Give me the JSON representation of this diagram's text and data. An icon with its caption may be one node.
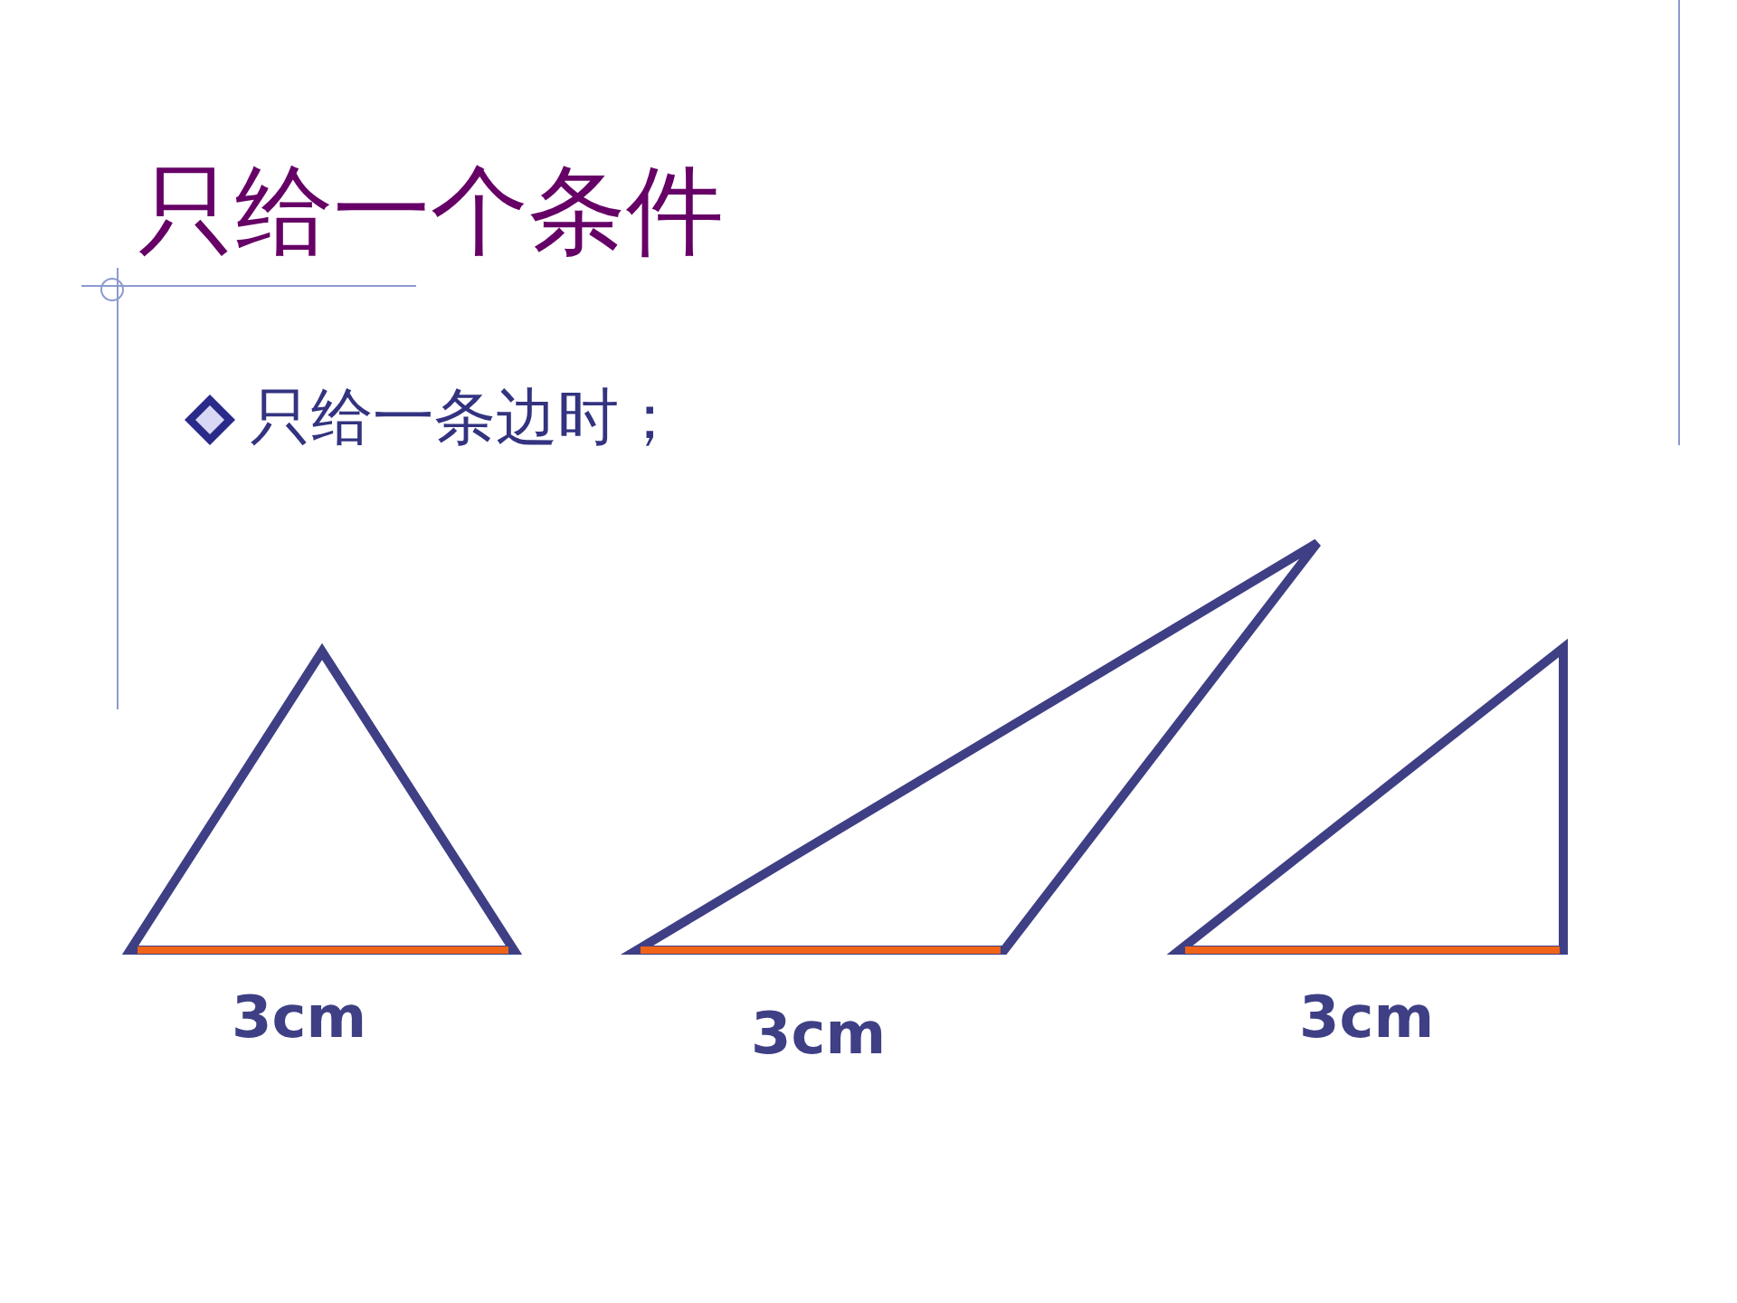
{
  "diagram": {
    "title": "只给一个条件",
    "labels": [
      "只给一条边时；",
      "3cm",
      "3cm",
      "3cm"
    ]
  }
}
